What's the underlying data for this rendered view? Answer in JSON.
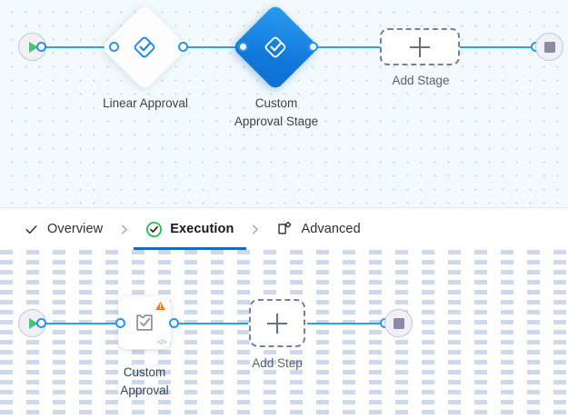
{
  "stage_canvas": {
    "name": "stage-flow-canvas",
    "background_color": "#f2fafd",
    "grid": "dotted",
    "start_node": {
      "icon": "play-icon",
      "label": ""
    },
    "end_node": {
      "icon": "stop-icon",
      "label": ""
    },
    "nodes": [
      {
        "id": "linear-approval",
        "label": "Linear Approval",
        "shape": "diamond",
        "icon": "approval-diamond-check-icon",
        "selected": false
      },
      {
        "id": "custom-approval-stage",
        "label": "Custom\nApproval Stage",
        "shape": "diamond",
        "icon": "approval-diamond-check-icon",
        "selected": true
      }
    ],
    "add_placeholder": {
      "label": "Add Stage",
      "icon": "plus-icon"
    },
    "edge_color": "#29a3e8"
  },
  "tabs": {
    "items": [
      {
        "id": "overview",
        "label": "Overview",
        "icon": "check-icon",
        "active": false
      },
      {
        "id": "execution",
        "label": "Execution",
        "icon": "check-circle-icon",
        "active": true
      },
      {
        "id": "advanced",
        "label": "Advanced",
        "icon": "window-gear-icon",
        "active": false
      }
    ],
    "separator_icon": "chevron-right-icon",
    "active_underline_color": "#1769c4",
    "active_check_color": "#19c24c"
  },
  "step_canvas": {
    "name": "step-flow-canvas",
    "background_color": "#ffffff",
    "grid": "dashed-lines",
    "start_node": {
      "icon": "play-icon",
      "label": ""
    },
    "end_node": {
      "icon": "stop-icon",
      "label": ""
    },
    "nodes": [
      {
        "id": "custom-approval",
        "label": "Custom\nApproval",
        "shape": "card",
        "icon": "approval-document-check-icon",
        "warning_icon": "warning-triangle-icon",
        "warning_color": "#f5791f",
        "code_badge": "</>"
      }
    ],
    "add_placeholder": {
      "label": "Add Step",
      "icon": "plus-icon"
    },
    "edge_color": "#29a3e8"
  }
}
